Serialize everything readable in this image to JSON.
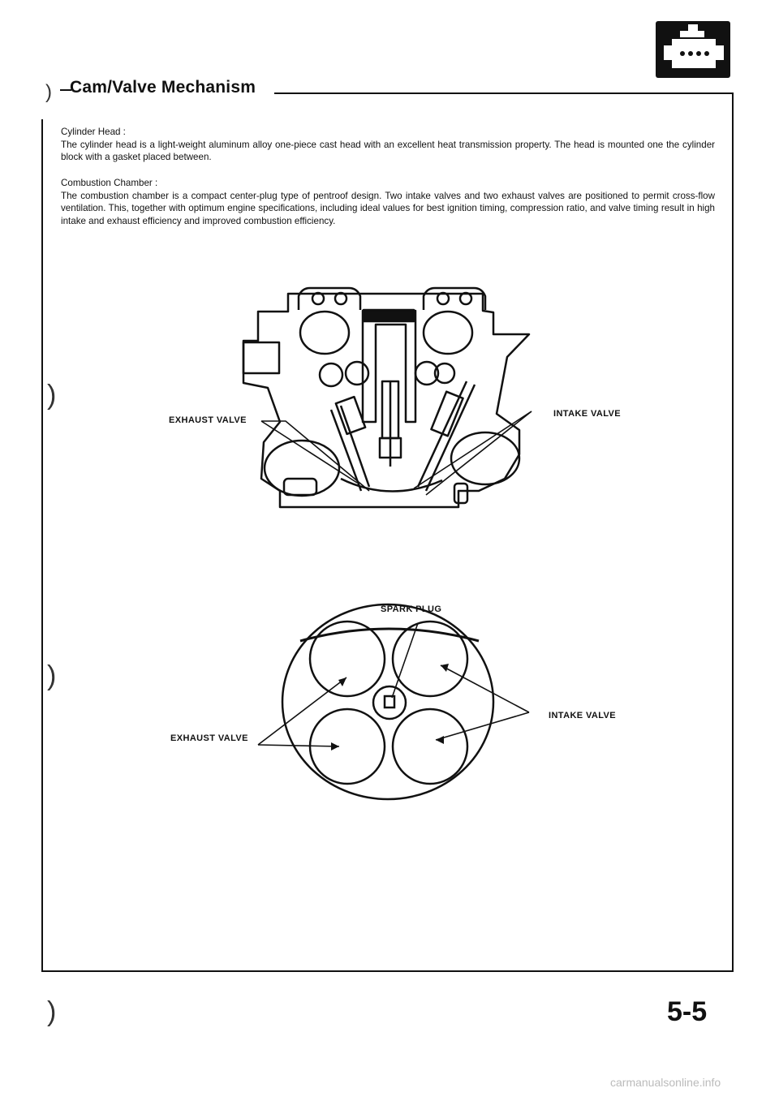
{
  "header": {
    "title": "Cam/Valve Mechanism",
    "section_icon": "engine-icon"
  },
  "sections": [
    {
      "heading": "Cylinder Head :",
      "text": "The cylinder head is a light-weight aluminum alloy one-piece cast head with an excellent heat transmission property. The head is mounted one the cylinder block with a gasket placed between."
    },
    {
      "heading": "Combustion Chamber :",
      "text": "The combustion chamber is a compact center-plug type of pentroof design. Two intake valves and two exhaust valves are positioned to permit cross-flow ventilation. This, together with optimum engine specifications, including ideal values for best ignition timing, compression ratio, and valve timing result in high intake and exhaust efficiency and improved combustion efficiency."
    }
  ],
  "figure1": {
    "exhaust_label": "EXHAUST VALVE",
    "intake_label": "INTAKE VALVE"
  },
  "figure2": {
    "spark_label": "SPARK PLUG",
    "exhaust_label": "EXHAUST VALVE",
    "intake_label": "INTAKE VALVE"
  },
  "page_number": "5-5",
  "footer": "carmanualsonline.info"
}
